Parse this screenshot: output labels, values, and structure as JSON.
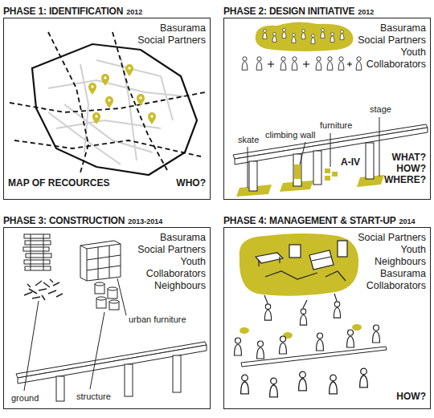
{
  "diagram": {
    "nodes": [
      {
        "text": [
          "PHASE 1: IDENTIFICATION",
          "2012",
          "Basurama",
          "Social Partners"
        ]
      },
      {
        "text": [
          "PHASE 2: DESIGN INITIATIVE",
          "2012",
          "Basurama",
          "Social Partners",
          "Youth",
          "Collaborators"
        ]
      },
      {
        "text": [
          "PHASE 3: CONSTRUCTION",
          "2013-2014",
          "Basurama",
          "Social Partners",
          "Youth",
          "Collaborators",
          "Neighbours"
        ]
      },
      {
        "text": [
          "PHASE 4: MANAGEMENT & START-UP",
          "2014",
          "Social Partners",
          "Youth",
          "Neighbours",
          "Basurama",
          "Collaborators"
        ]
      }
    ],
    "labels": [
      "MAP OF RECOURCES",
      "WHO?",
      "skate",
      "climbing wall",
      "furniture",
      "stage",
      "A-IV",
      "WHAT?",
      "HOW?",
      "WHERE?",
      "ground",
      "structure",
      "urban furniture",
      "HOW?"
    ]
  }
}
